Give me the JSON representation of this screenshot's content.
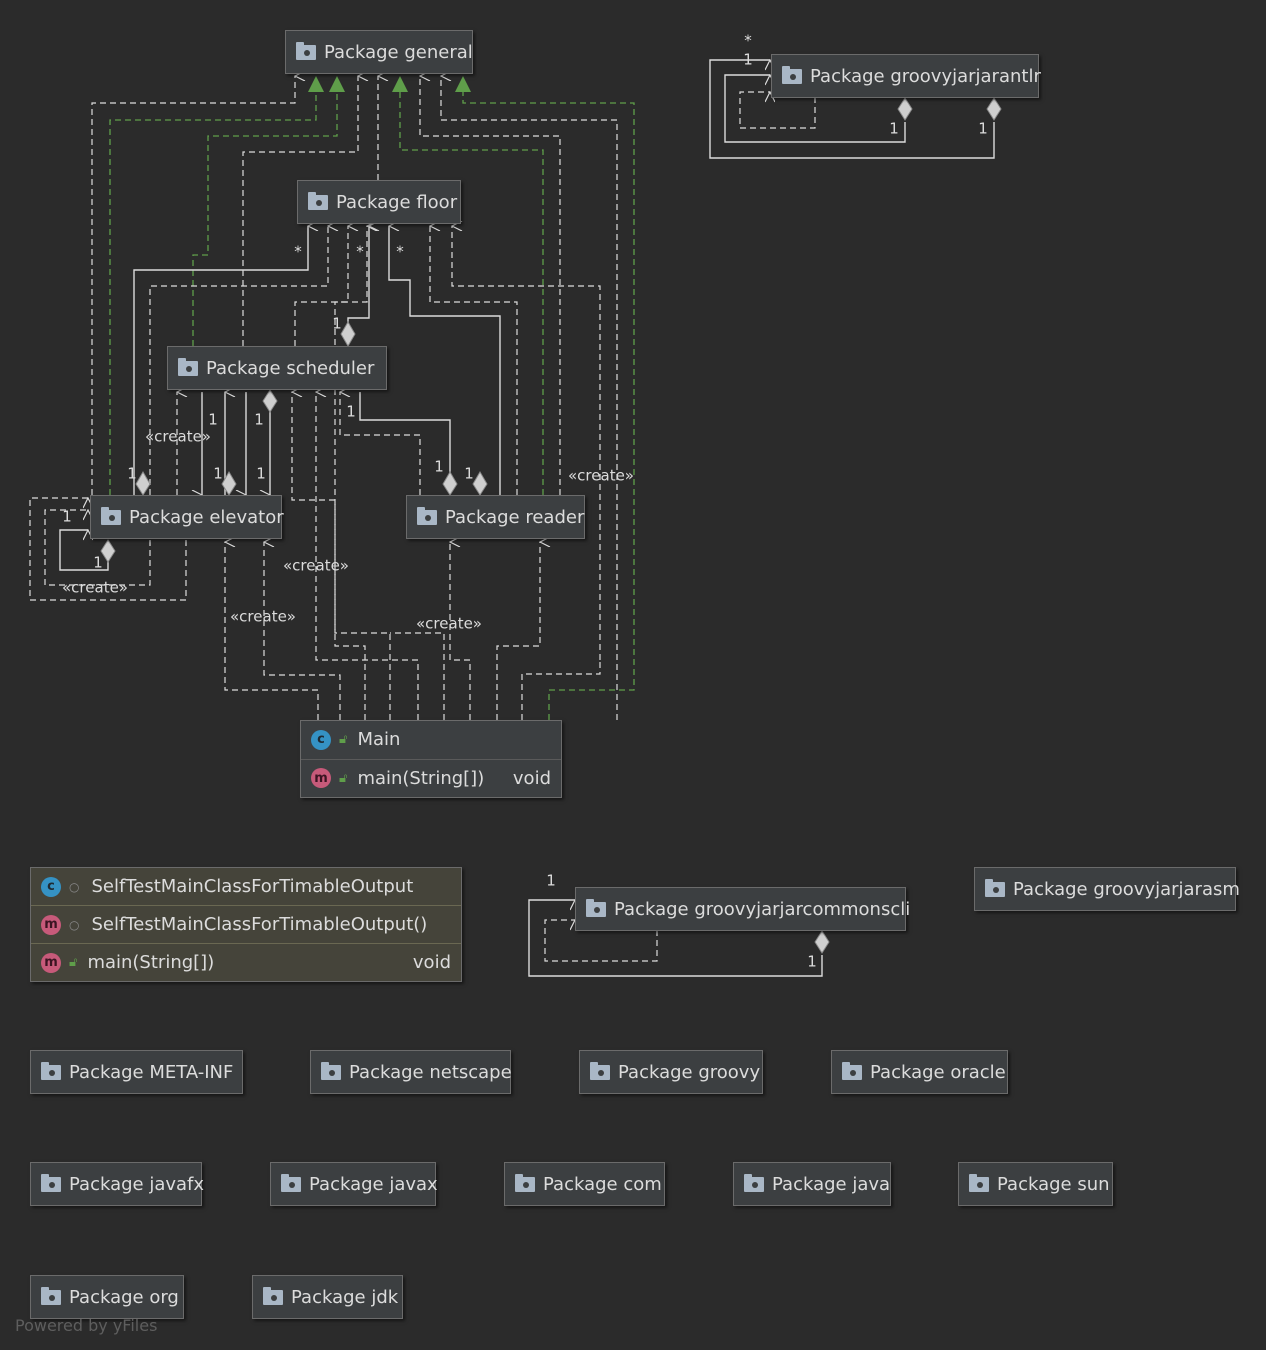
{
  "packages": {
    "general": "Package general",
    "floor": "Package floor",
    "scheduler": "Package scheduler",
    "elevator": "Package elevator",
    "reader": "Package reader",
    "groovyjarjarantlr": "Package groovyjarjarantlr",
    "groovyjarjarcommonscli": "Package groovyjarjarcommonscli",
    "groovyjarjarasm": "Package groovyjarjarasm",
    "meta_inf": "Package META-INF",
    "netscape": "Package netscape",
    "groovy": "Package groovy",
    "oracle": "Package oracle",
    "javafx": "Package javafx",
    "javax": "Package javax",
    "com": "Package com",
    "java": "Package java",
    "sun": "Package sun",
    "org": "Package org",
    "jdk": "Package jdk"
  },
  "main_class": {
    "name": "Main",
    "method": "main(String[])",
    "return_type": "void"
  },
  "selftest_class": {
    "name": "SelfTestMainClassForTimableOutput",
    "constructor": "SelfTestMainClassForTimableOutput()",
    "method": "main(String[])",
    "return_type": "void"
  },
  "edge_labels": {
    "create": "«create»",
    "one": "1",
    "many": "*"
  },
  "footer": "Powered by yFiles",
  "colors": {
    "background": "#2b2b2b",
    "node_fill": "#3c3f41",
    "dependency_line": "#dcdcdc",
    "inheritance_line": "#5f9e4a",
    "selftest_fill": "#45443a"
  }
}
